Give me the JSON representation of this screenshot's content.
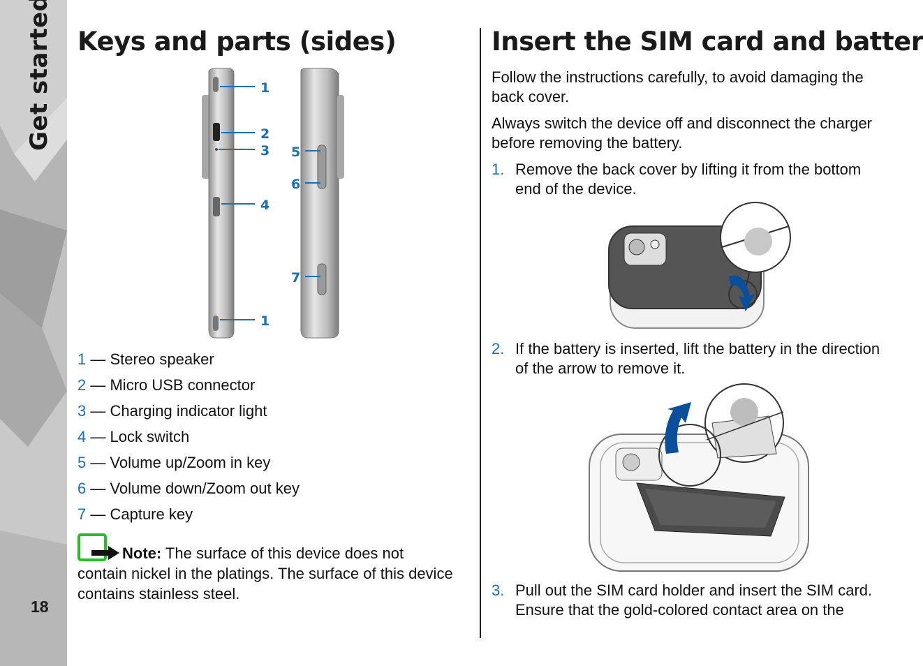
{
  "sidebar": {
    "section": "Get started",
    "page_number": "18"
  },
  "left": {
    "title": "Keys and parts (sides)",
    "callouts": [
      "1",
      "2",
      "3",
      "4",
      "5",
      "6",
      "7",
      "1"
    ],
    "parts": [
      {
        "num": "1",
        "label": " — Stereo speaker"
      },
      {
        "num": "2",
        "label": " — Micro USB connector"
      },
      {
        "num": "3",
        "label": " — Charging indicator light"
      },
      {
        "num": "4",
        "label": " — Lock switch"
      },
      {
        "num": "5",
        "label": " — Volume up/Zoom in key"
      },
      {
        "num": "6",
        "label": " — Volume down/Zoom out key"
      },
      {
        "num": "7",
        "label": " — Capture key"
      }
    ],
    "note": {
      "label": "Note:",
      "line1": "  The surface of this device does not",
      "rest": "contain nickel in the platings. The surface of this device contains stainless steel."
    }
  },
  "right": {
    "title": "Insert the SIM card and battery",
    "para1": "Follow the instructions carefully, to avoid damaging the back cover.",
    "para2": "Always switch the device off and disconnect the charger before removing the battery.",
    "steps": [
      {
        "num": "1.",
        "text": "Remove the back cover by lifting it from the bottom end of the device."
      },
      {
        "num": "2.",
        "text": "If the battery is inserted, lift the battery in the direction of the arrow to remove it."
      },
      {
        "num": "3.",
        "text": "Pull out the SIM card holder and insert the SIM card. Ensure that the gold-colored contact area on the"
      }
    ]
  },
  "colors": {
    "accent": "#1d6fb5",
    "note_icon": "#22c022",
    "arrow": "#0b4f9c"
  }
}
